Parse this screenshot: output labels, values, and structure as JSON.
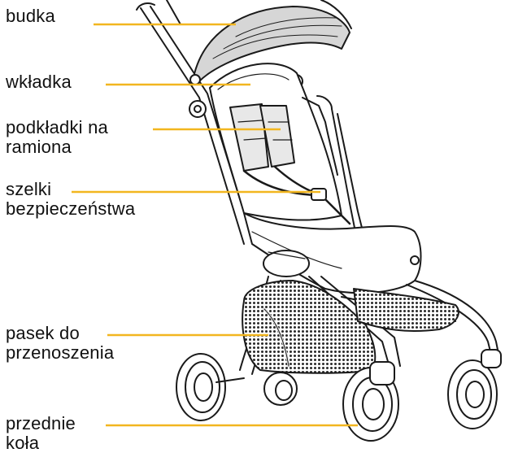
{
  "labels": [
    {
      "lines": [
        "budka"
      ]
    },
    {
      "lines": [
        "wkładka"
      ]
    },
    {
      "lines": [
        "podkładki na",
        "ramiona"
      ]
    },
    {
      "lines": [
        "szelki",
        "bezpieczeństwa"
      ]
    },
    {
      "lines": [
        "pasek do",
        "przenoszenia"
      ]
    },
    {
      "lines": [
        "przednie",
        "koła"
      ]
    }
  ],
  "colors": {
    "leader_line": "#F2B61F",
    "outline": "#1a1a1a",
    "canopy_fill": "#d6d6d6",
    "mesh": "#3a3a3a"
  }
}
